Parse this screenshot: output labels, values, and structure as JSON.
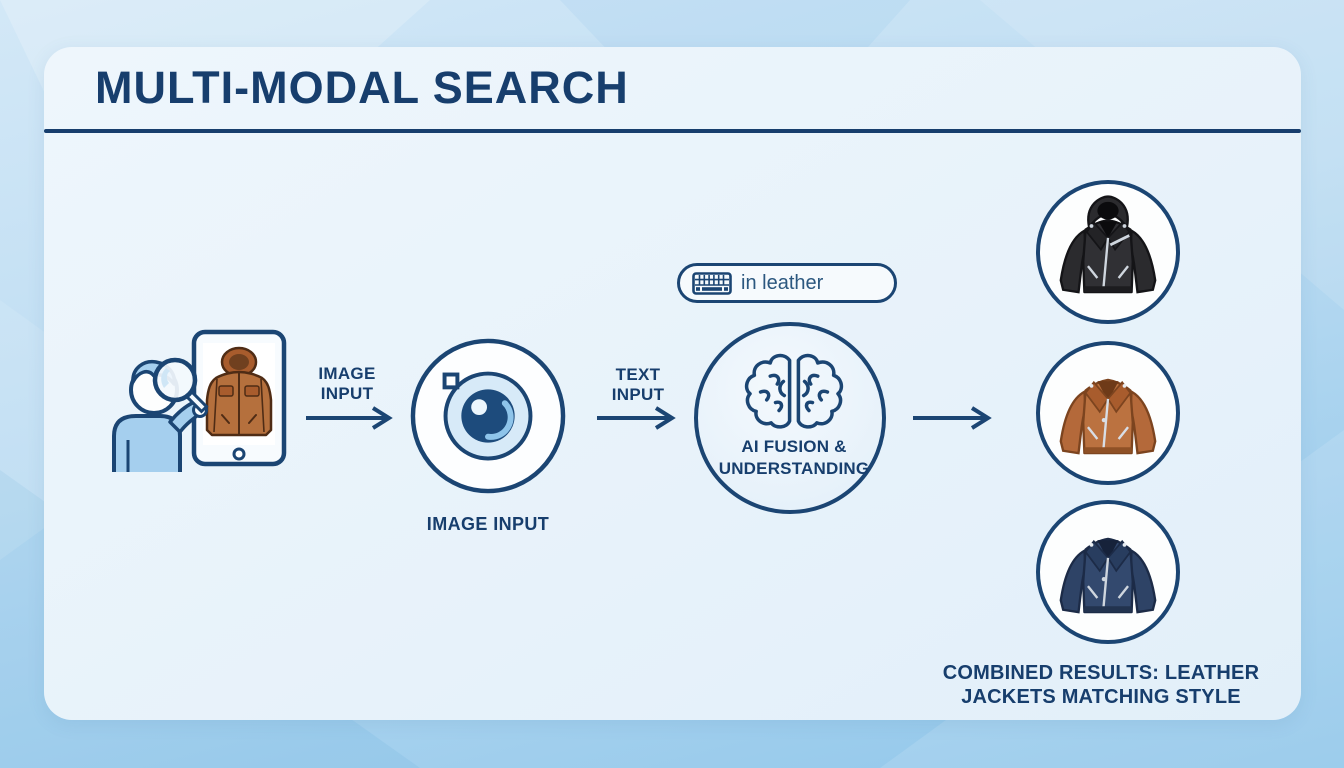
{
  "title": "MULTI-MODAL SEARCH",
  "flow": {
    "image_input_arrow_label": "IMAGE INPUT",
    "camera_caption": "IMAGE INPUT",
    "text_input_arrow_label": "TEXT INPUT",
    "query_text": "in leather",
    "fusion_label": "AI FUSION & UNDERSTANDING",
    "results_caption": "COMBINED RESULTS: LEATHER JACKETS MATCHING STYLE"
  },
  "icons": {
    "source": "person-with-magnifier-viewing-jacket-on-tablet",
    "image_stage": "camera-lens-icon",
    "text_stage": "keyboard-icon",
    "fusion_stage": "brain-icon",
    "results": [
      "black-hooded-leather-jacket",
      "tan-leather-biker-jacket",
      "navy-leather-biker-jacket"
    ]
  },
  "colors": {
    "navy_stroke": "#1b4573",
    "text_navy": "#173e6d",
    "card_bg": "#e9f3fb",
    "page_bg_top": "#d3e8f7",
    "page_bg_bottom": "#8fc6ea",
    "person_blue": "#a5cfee",
    "lens_ring_blue": "#d7eaf8",
    "tan_jacket": "#b4693a"
  }
}
